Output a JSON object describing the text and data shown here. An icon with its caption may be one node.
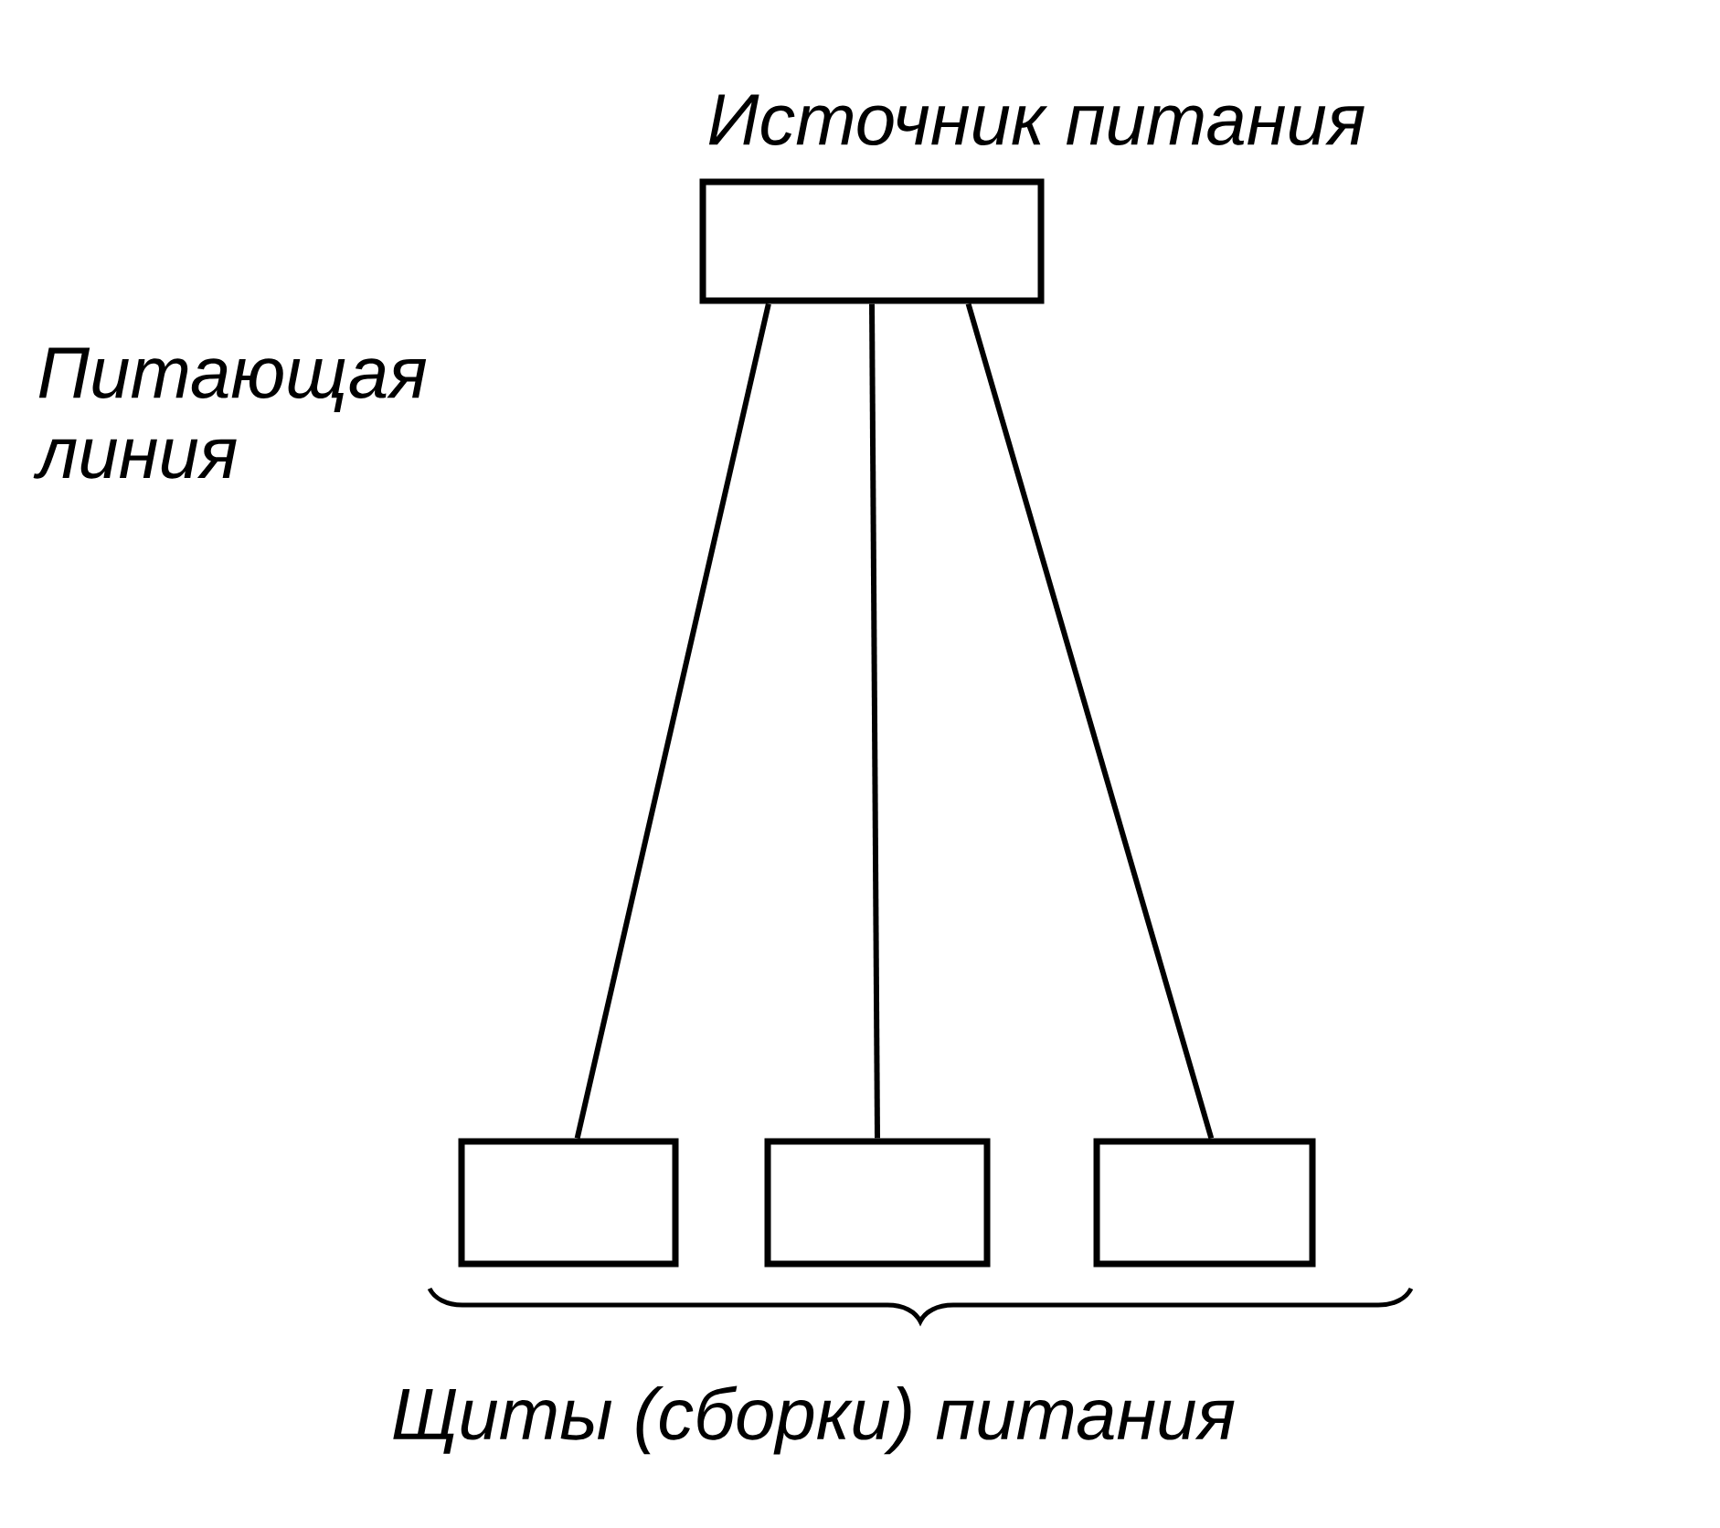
{
  "diagram": {
    "nodes": [
      {
        "text": [
          "Источник питания"
        ]
      },
      {
        "text": [],
        "shape": "box"
      },
      {
        "text": [],
        "shape": "box"
      },
      {
        "text": [],
        "shape": "box"
      }
    ],
    "edges": [
      {
        "from": 0,
        "to": 1,
        "arrow": "none"
      },
      {
        "from": 0,
        "to": 2,
        "arrow": "none"
      },
      {
        "from": 0,
        "to": 3,
        "arrow": "none"
      }
    ],
    "labels": [
      "Питающая линия",
      "Щиты (сборки) питания"
    ]
  }
}
